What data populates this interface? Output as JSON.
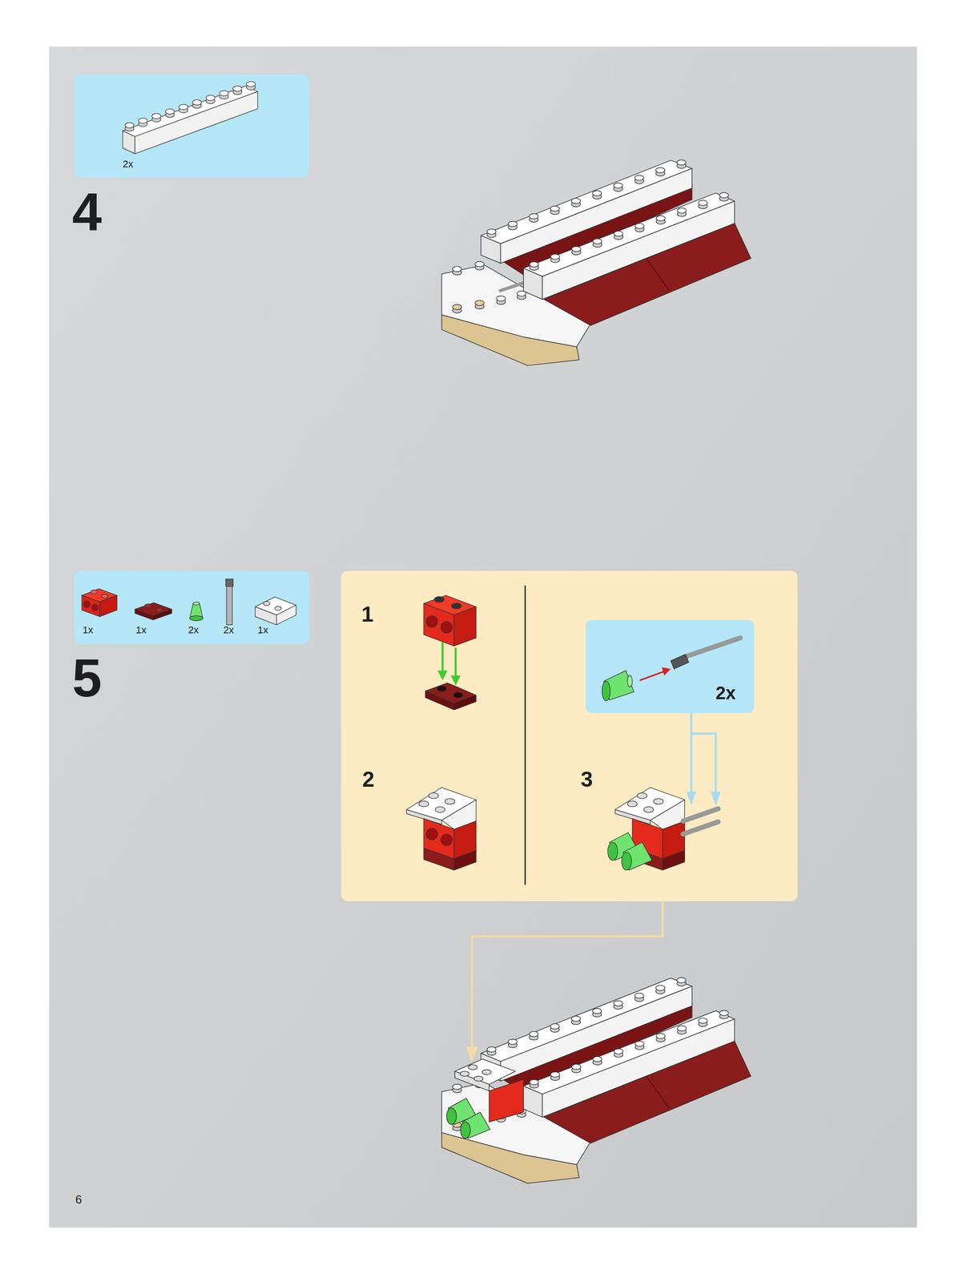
{
  "diagram": {
    "nodes": [
      {
        "text": [
          "2x"
        ]
      },
      {
        "text": [
          "1x",
          "1x",
          "2x",
          "2x",
          "1x"
        ]
      },
      {
        "text": [
          "1",
          "2",
          "3"
        ]
      },
      {
        "text": [
          "2x"
        ],
        "in": 2
      }
    ],
    "labels": [
      "4",
      "5",
      "6"
    ]
  }
}
